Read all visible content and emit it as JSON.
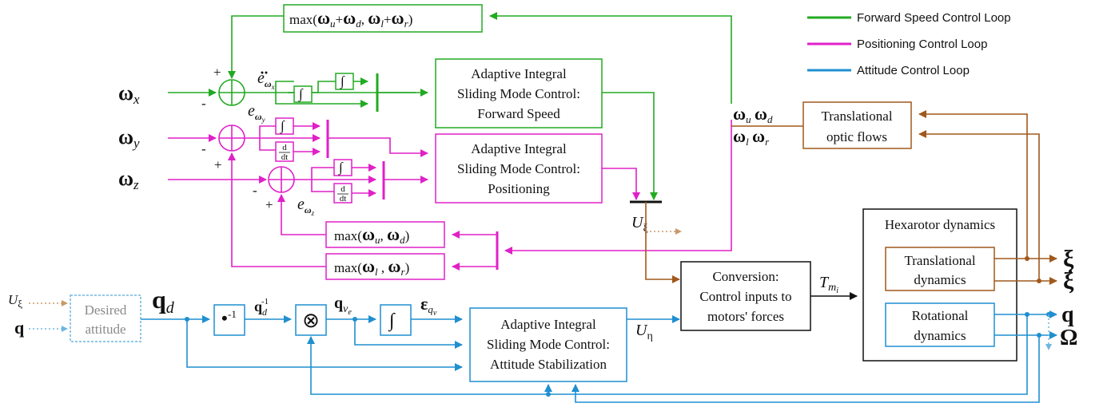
{
  "colors": {
    "forward": "#22aa22",
    "positioning": "#e020c8",
    "attitude": "#1f8fd0",
    "translational": "#a0581c",
    "black": "#111111",
    "dotted_ref": "#c89a6a"
  },
  "legend": {
    "forward": "Forward Speed Control Loop",
    "positioning": "Positioning Control Loop",
    "attitude": "Attitude Control Loop"
  },
  "blocks": {
    "max_fwd": "max(ωᵤ+ω_d, ω_l+ω_r)",
    "smc_forward": [
      "Adaptive Integral",
      "Sliding Mode Control:",
      "Forward Speed"
    ],
    "smc_position": [
      "Adaptive Integral",
      "Sliding Mode Control:",
      "Positioning"
    ],
    "smc_attitude": [
      "Adaptive Integral",
      "Sliding Mode Control:",
      "Attitude Stabilization"
    ],
    "optic_flows": [
      "Translational",
      "optic flows"
    ],
    "max_ud": "max(ω_u, ω_d)",
    "max_lr": "max(ω_l, ω_r)",
    "conversion": [
      "Conversion:",
      "Control inputs to",
      "motors' forces"
    ],
    "hexarotor": "Hexarotor dynamics",
    "trans_dyn": [
      "Translational",
      "dynamics"
    ],
    "rot_dyn": [
      "Rotational",
      "dynamics"
    ],
    "desired_att": [
      "Desired",
      "attitude"
    ],
    "integral": "∫",
    "inverse": "•",
    "inverse_exp": "-1",
    "otimes": "⊗"
  },
  "signals": {
    "omega_x": "ω",
    "omega_x_sub": "x",
    "omega_y": "ω",
    "omega_y_sub": "y",
    "omega_z": "ω",
    "omega_z_sub": "z",
    "plus": "+",
    "minus": "-",
    "u_xi": "U",
    "u_xi_sub": "ξ",
    "u_eta": "U",
    "u_eta_sub": "η",
    "tm": "T",
    "tm_sub": "m",
    "tm_subsub": "i",
    "qd": "q",
    "qd_sub": "d",
    "qd_inv": "q",
    "qd_inv_sub": "d",
    "qd_inv_sup": "-1",
    "qve": "q",
    "qve_sub": "v",
    "qve_subsub": "e",
    "eps": "ε",
    "eps_sub": "q",
    "eps_subsub": "v",
    "q_in": "q",
    "u_xi_in": "U",
    "u_xi_in_sub": "ξ",
    "out_xi": "ξ",
    "out_xidot": "ξ",
    "out_q": "q",
    "out_omega": "Ω",
    "e_wx": "e",
    "e_wy": "e",
    "e_wz": "e",
    "omega_sub_sym": "ω",
    "sub_x": "x",
    "sub_y": "y",
    "sub_z": "z",
    "wu": "ω",
    "wu_sub": "u",
    "wd": "ω",
    "wd_sub": "d",
    "wl": "ω",
    "wl_sub": "l",
    "wr": "ω",
    "wr_sub": "r",
    "ddt_num": "d",
    "ddt_den": "dt"
  }
}
